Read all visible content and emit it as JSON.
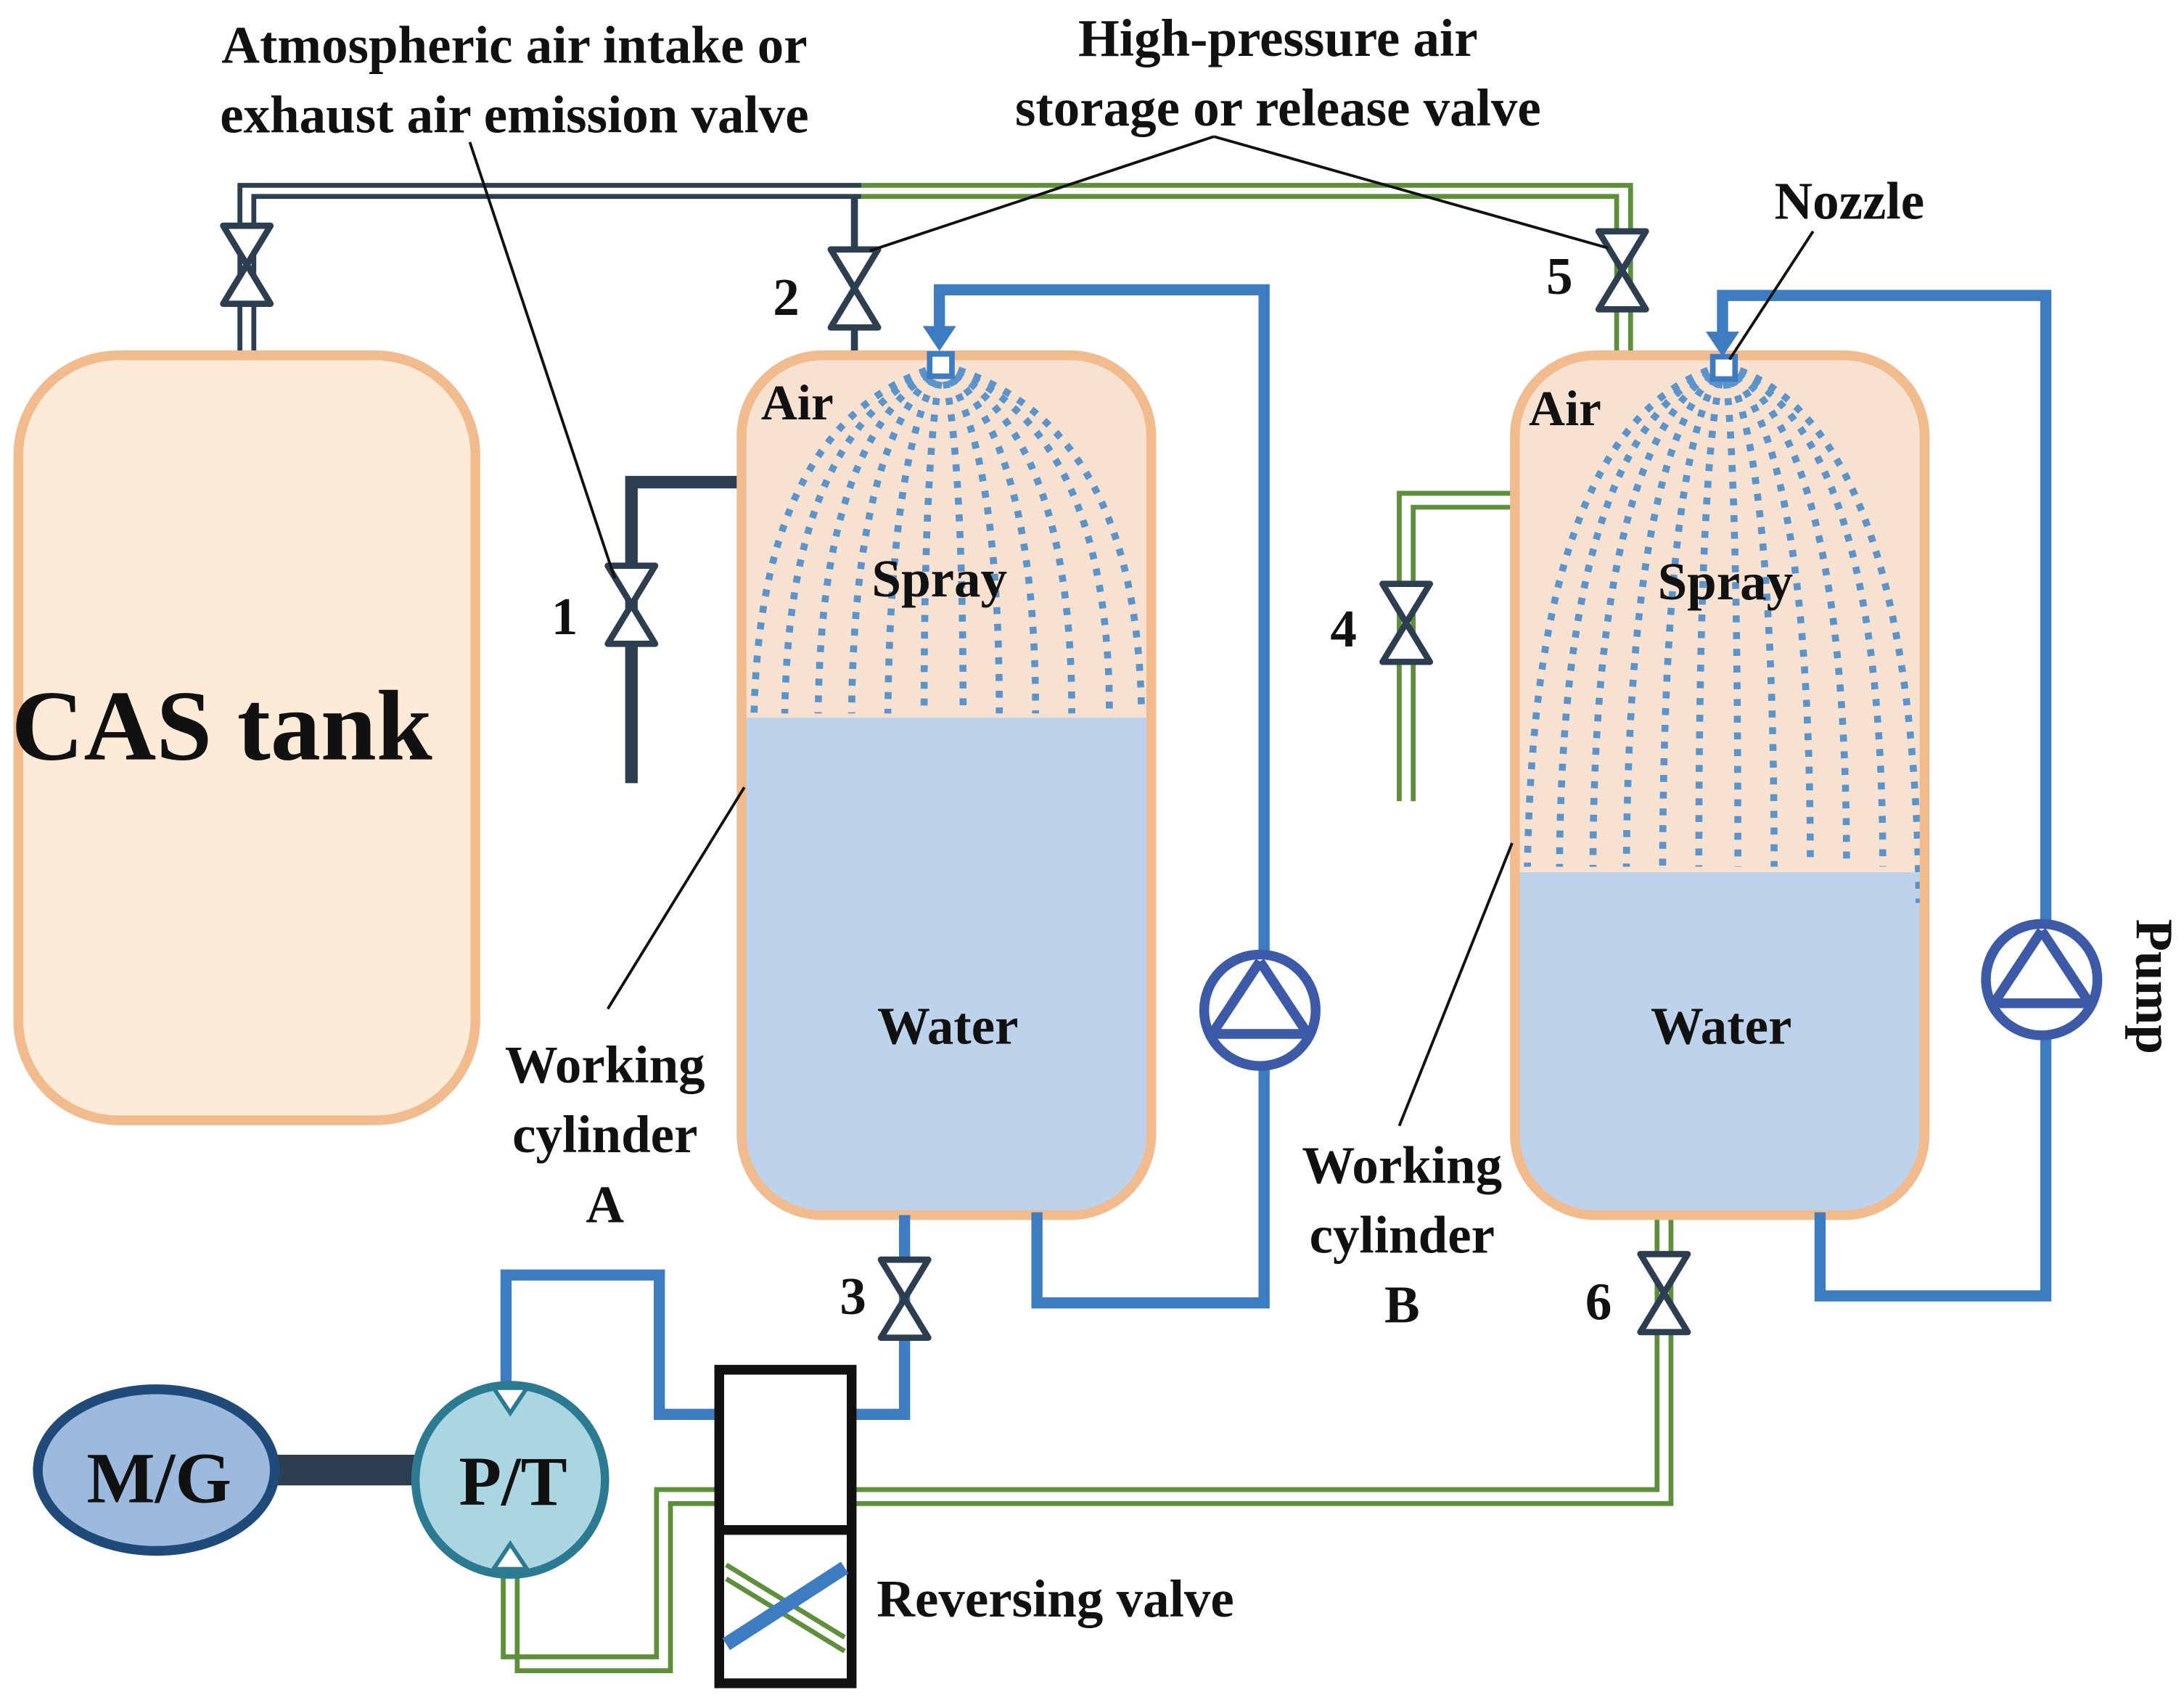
{
  "labels": {
    "atmospheric_line1": "Atmospheric air intake or",
    "atmospheric_line2": "exhaust air emission valve",
    "highpressure_line1": "High-pressure air",
    "highpressure_line2": "storage or release valve",
    "nozzle": "Nozzle",
    "cas_tank": "CAS tank",
    "air": "Air",
    "spray": "Spray",
    "water": "Water",
    "working_cylinder_line1": "Working",
    "working_cylinder_line2": "cylinder",
    "cylinder_a": "A",
    "cylinder_b": "B",
    "pump": "Pump",
    "motor_generator": "M/G",
    "pump_turbine": "P/T",
    "reversing_valve": "Reversing valve"
  },
  "valves": [
    "1",
    "2",
    "3",
    "4",
    "5",
    "6"
  ],
  "colors": {
    "tank_fill": "#fdebd8",
    "tank_stroke": "#f2bb8e",
    "air_fill": "#f7e2d1",
    "water_fill": "#bcd3eb",
    "water_pipe": "#3d7cc0",
    "air_pipe_dark": "#2d3e50",
    "air_pipe_green": "#5e8f3a",
    "mg_fill": "#9cb9de",
    "mg_stroke": "#1f4a7a",
    "pt_fill": "#aad6e1",
    "pt_stroke": "#2b7a92"
  }
}
